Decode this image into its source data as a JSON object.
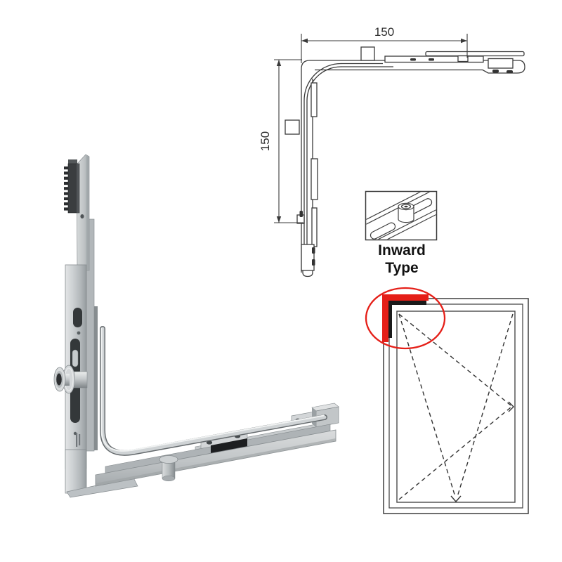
{
  "technical_drawing": {
    "horizontal_dimension": "150",
    "vertical_dimension": "150"
  },
  "callout": {
    "line1": "Inward",
    "line2": "Type"
  },
  "colors": {
    "highlight_red": "#e51f18",
    "drawing_line": "#3a3a3a",
    "metal_light": "#d5d8da",
    "metal_mid": "#b3b8bb",
    "metal_dark": "#83898c",
    "rack_black": "#2e3133",
    "insert_black": "#1d1f21"
  },
  "icons": {
    "cam_detail": "cam-on-track-icon",
    "window_symbol": "tilt-turn-window-icon",
    "corner_marker": "corner-highlight-icon"
  }
}
